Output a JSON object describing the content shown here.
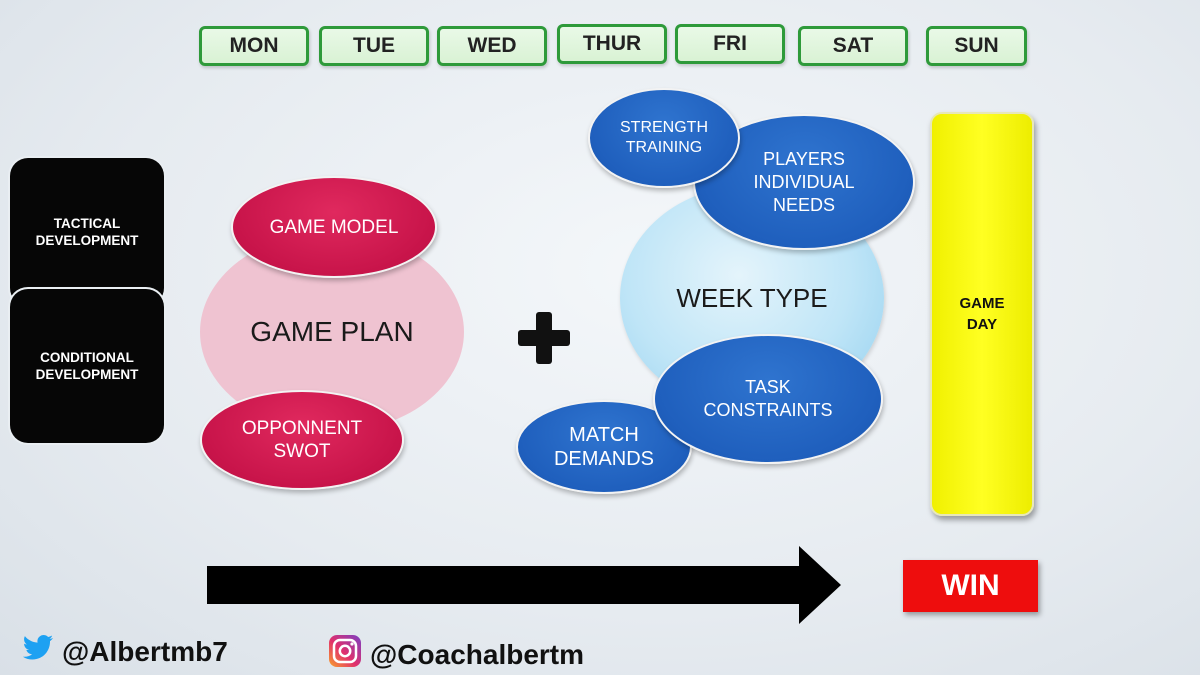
{
  "days": [
    "MON",
    "TUE",
    "WED",
    "THUR",
    "FRI",
    "SAT",
    "SUN"
  ],
  "left_boxes": {
    "tactical": "TACTICAL\nDEVELOPMENT",
    "conditional": "CONDITIONAL\nDEVELOPMENT"
  },
  "game_plan_cluster": {
    "center": "GAME PLAN",
    "game_model": "GAME MODEL",
    "opponent_swot": "OPPONNENT\nSWOT"
  },
  "plus_sign": "+",
  "week_type_cluster": {
    "center": "WEEK TYPE",
    "strength_training": "STRENGTH\nTRAINING",
    "players_needs": "PLAYERS\nINDIVIDUAL\nNEEDS",
    "task_constraints": "TASK\nCONSTRAINTS",
    "match_demands": "MATCH\nDEMANDS"
  },
  "game_day": "GAME\nDAY",
  "win": "WIN",
  "social": {
    "twitter_handle": "@Albertmb7",
    "instagram_handle": "@Coachalbertm"
  },
  "colors": {
    "day_border": "#2e9a3a",
    "crimson": "#c8144a",
    "blue": "#1f5fbd",
    "game_plan_pink": "#efc3d1",
    "week_type_light_blue": "#bfe5f7",
    "game_day_yellow": "#ffff22",
    "win_red": "#ee0d0d",
    "twitter_blue": "#1da1f2"
  },
  "icons": [
    "twitter-bird-icon",
    "instagram-icon",
    "plus-icon",
    "arrow-right-icon"
  ]
}
